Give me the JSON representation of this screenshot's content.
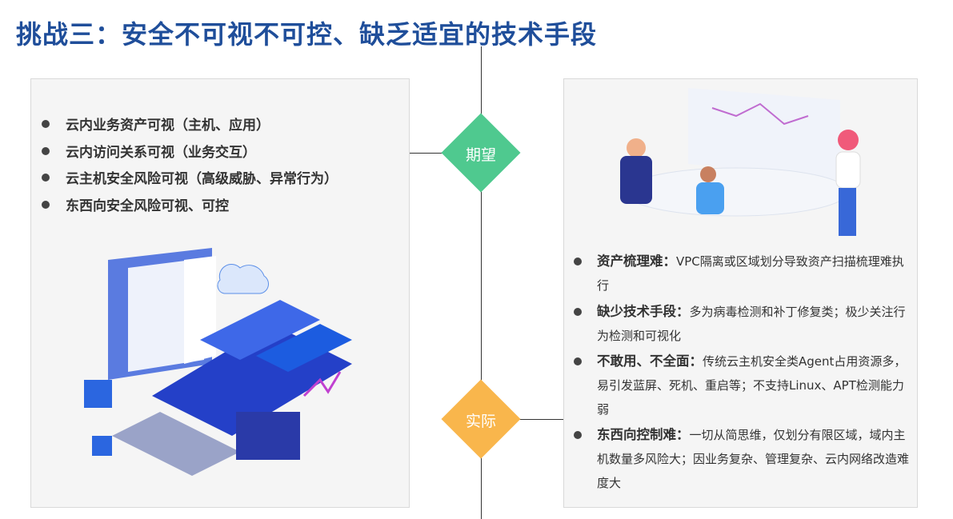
{
  "title": "挑战三：安全不可视不可控、缺乏适宜的技术手段",
  "expect_label": "期望",
  "reality_label": "实际",
  "colors": {
    "title": "#1f4e9a",
    "expect": "#4fc98f",
    "reality": "#f9b64c"
  },
  "expectations": [
    "云内业务资产可视（主机、应用）",
    "云内访问关系可视（业务交互）",
    "云主机安全风险可视（高级威胁、异常行为）",
    "东西向安全风险可视、可控"
  ],
  "reality": [
    {
      "head": "资产梳理难：",
      "body": "VPC隔离或区域划分导致资产扫描梳理难执行"
    },
    {
      "head": "缺少技术手段：",
      "body": "多为病毒检测和补丁修复类；极少关注行为检测和可视化"
    },
    {
      "head": "不敢用、不全面：",
      "body": "传统云主机安全类Agent占用资源多，易引发蓝屏、死机、重启等；不支持Linux、APT检测能力弱"
    },
    {
      "head": "东西向控制难：",
      "body": "一切从简思维，仅划分有限区域，域内主机数量多风险大；因业务复杂、管理复杂、云内网络改造难度大"
    }
  ]
}
